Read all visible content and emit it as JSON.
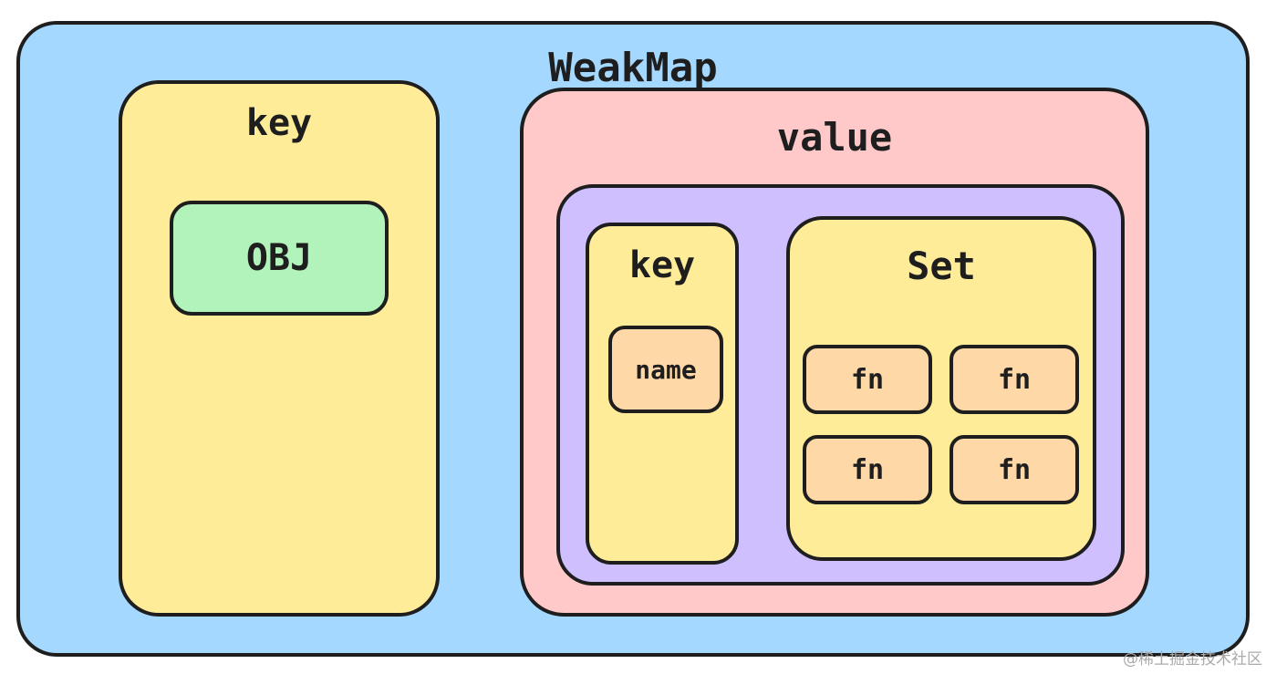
{
  "colors": {
    "weakmap_fill": "#a5d8ff",
    "key_fill": "#ffec99",
    "obj_fill": "#b2f2bb",
    "value_fill": "#ffc9c9",
    "inner_map_fill": "#d0bfff",
    "name_fill": "#ffd8a8",
    "set_fill": "#ffec99",
    "fn_fill": "#ffd8a8",
    "stroke": "#1e1e1e"
  },
  "weakmap": {
    "title": "WeakMap"
  },
  "key_outer": {
    "title": "key",
    "item": "OBJ"
  },
  "value": {
    "title": "value"
  },
  "inner_key": {
    "title": "key",
    "item": "name"
  },
  "set": {
    "title": "Set",
    "items": [
      "fn",
      "fn",
      "fn",
      "fn"
    ]
  },
  "watermark": "@稀土掘金技术社区"
}
